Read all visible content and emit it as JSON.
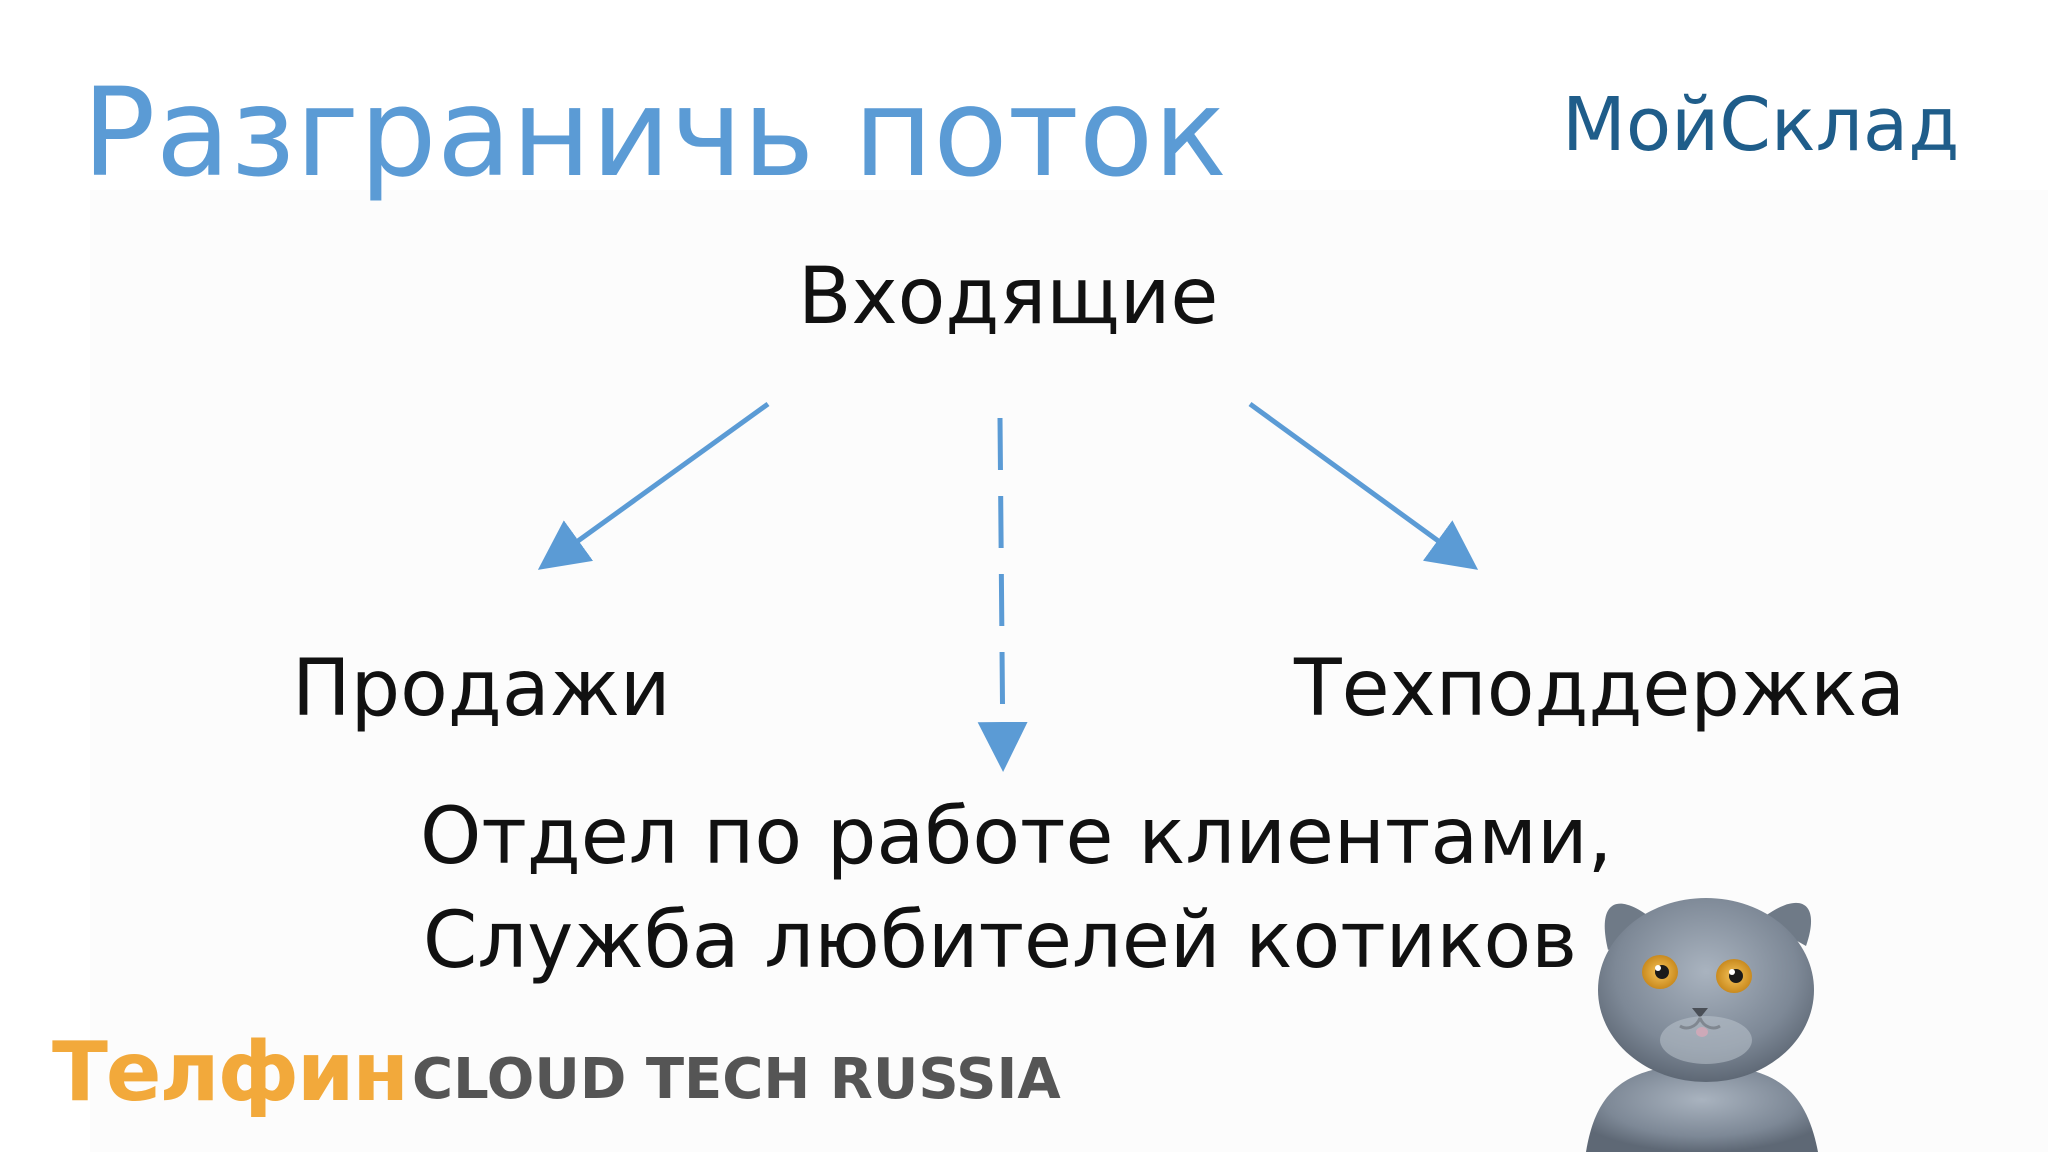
{
  "slide": {
    "title": "Разграничь поток",
    "brand_logo": "МойСклад"
  },
  "diagram": {
    "source": "Входящие",
    "targets": {
      "left": "Продажи",
      "right": "Техподдержка",
      "center_line1": "Отдел по работе клиентами,",
      "center_line2": "Служба любителей котиков"
    }
  },
  "footer": {
    "company_logo": "Телфин",
    "event_name": "CLOUD TECH RUSSIA"
  },
  "colors": {
    "title": "#5b9bd5",
    "arrow": "#5b9bd5",
    "brand_logo": "#1f5d8a",
    "company_logo": "#f2a93b",
    "event_name": "#555555",
    "text": "#111111"
  },
  "illustration": {
    "subject": "cat"
  }
}
